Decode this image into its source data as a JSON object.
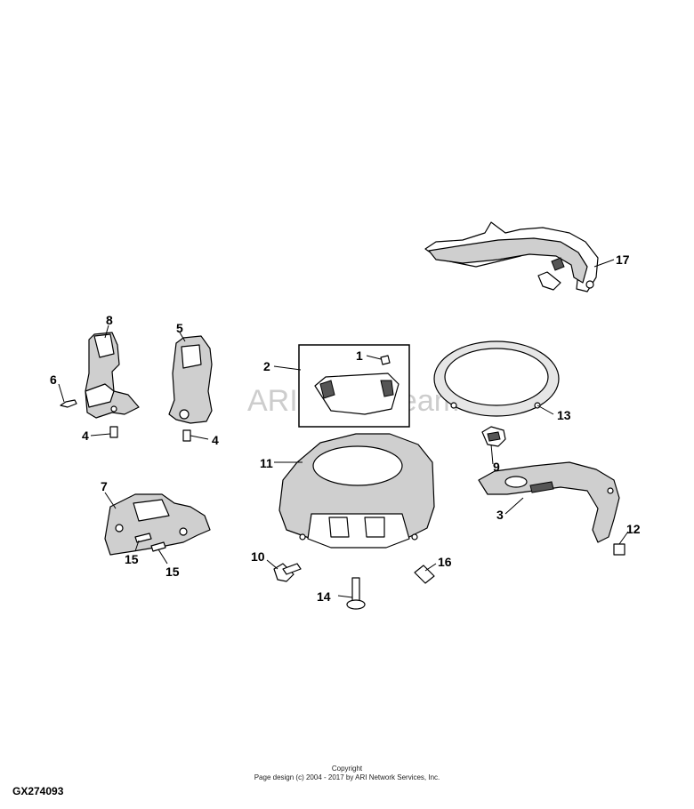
{
  "watermark": "ARI PartStream™",
  "callouts": {
    "c1": "1",
    "c2": "2",
    "c3": "3",
    "c4a": "4",
    "c4b": "4",
    "c5": "5",
    "c6": "6",
    "c7": "7",
    "c8": "8",
    "c9": "9",
    "c10": "10",
    "c11": "11",
    "c12": "12",
    "c13": "13",
    "c14": "14",
    "c15a": "15",
    "c15b": "15",
    "c16": "16",
    "c17": "17"
  },
  "footer": {
    "copyright_title": "Copyright",
    "copyright_line": "Page design (c) 2004 - 2017 by ARI Network Services, Inc.",
    "diagram_id": "GX274093"
  }
}
